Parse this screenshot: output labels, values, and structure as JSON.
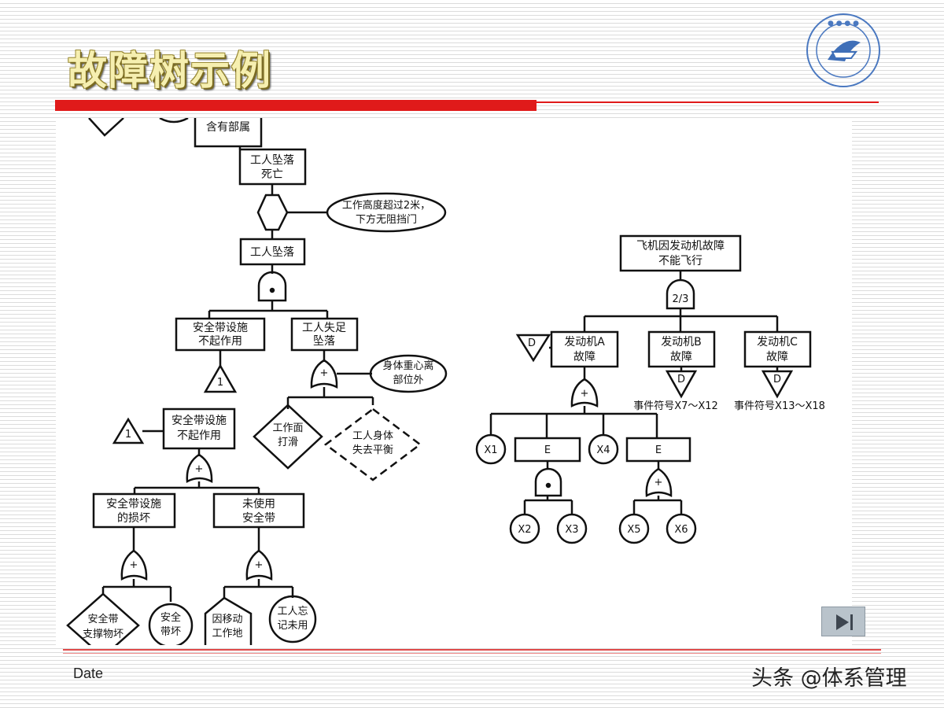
{
  "slide": {
    "title": "故障树示例",
    "footer_date": "Date",
    "watermark": "头条 @体系管理"
  },
  "left_tree": {
    "top_partial": "含有部属",
    "top_event": [
      "工人坠落",
      "死亡"
    ],
    "condition": [
      "工作高度超过2米，",
      "下方无阻挡门"
    ],
    "fall_event": "工人坠落",
    "belt_fail": [
      "安全带设施",
      "不起作用"
    ],
    "lose_balance": [
      "工人失足",
      "坠落"
    ],
    "center_outside": [
      "身体重心离",
      "部位外"
    ],
    "slip": [
      "工作面",
      "打滑"
    ],
    "body_imbalance": [
      "工人身体",
      "失去平衡"
    ],
    "belt_fail2": [
      "安全带设施",
      "不起作用"
    ],
    "belt_damage": [
      "安全带设施",
      "的损坏"
    ],
    "not_used": [
      "未使用",
      "安全带"
    ],
    "support_broken": [
      "安全带",
      "支撑物坏"
    ],
    "belt_broken": [
      "安全",
      "带坏"
    ],
    "moving_site": [
      "因移动",
      "工作地"
    ],
    "forgot": [
      "工人忘",
      "记未用"
    ],
    "transfer_symbol": "1"
  },
  "right_tree": {
    "top_event": [
      "飞机因发动机故障",
      "不能飞行"
    ],
    "vote_gate": "2/3",
    "transfer_d": "D",
    "engine_a": [
      "发动机A",
      "故障"
    ],
    "engine_b": [
      "发动机B",
      "故障"
    ],
    "engine_c": [
      "发动机C",
      "故障"
    ],
    "events_b": "事件符号X7～X12",
    "events_c": "事件符号X13～X18",
    "x1": "X1",
    "x2": "X2",
    "x3": "X3",
    "x4": "X4",
    "x5": "X5",
    "x6": "X6",
    "e1": "E",
    "e2": "E"
  }
}
